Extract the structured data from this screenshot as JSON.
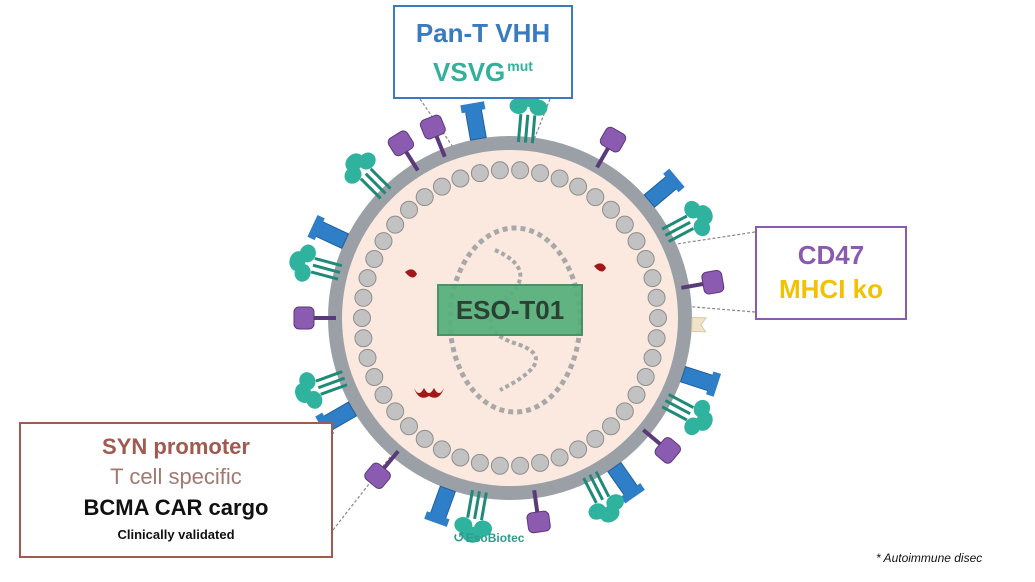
{
  "diagram": {
    "top_box": {
      "line1": "Pan-T VHH",
      "line2": "VSVG",
      "line2_sup": "mut"
    },
    "right_box": {
      "line1": "CD47",
      "line2": "MHCI ko"
    },
    "left_box": {
      "line1": "SYN promoter",
      "line2": "T cell specific",
      "line3": "BCMA CAR cargo",
      "line4": "Clinically validated"
    },
    "center_label": "ESO-T01",
    "logo_text": "EsoBiotec",
    "footnote": "* Autoimmune disec",
    "colors": {
      "envelope": "#9aa0a6",
      "interior": "#fbe9e0",
      "vhh_blue": "#2f7fc8",
      "vsvg_teal": "#2fb39e",
      "cd47_purple": "#8b5bb1",
      "mhci_yellow": "#f2c200",
      "cargo_red": "#a01818",
      "label_green": "#55b07a"
    }
  }
}
